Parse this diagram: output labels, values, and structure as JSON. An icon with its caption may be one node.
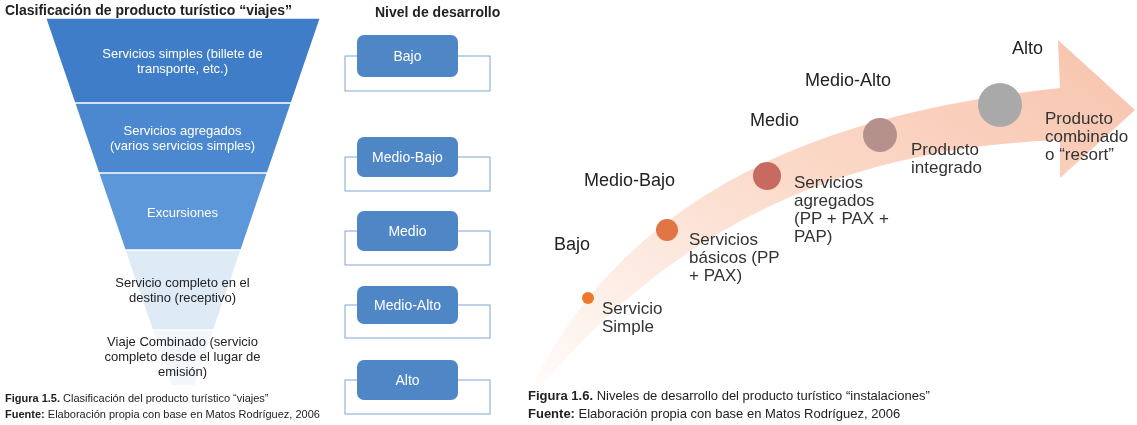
{
  "diagram": {
    "nodes": [
      {
        "text": [
          "Servicios simples (billete de transporte, etc.)"
        ]
      },
      {
        "text": [
          "Servicios agregados (varios servicios simples)"
        ]
      },
      {
        "text": [
          "Excursiones"
        ]
      },
      {
        "text": [
          "Servicio completo en el destino (receptivo)"
        ]
      },
      {
        "text": [
          "Viaje Combinado (servicio completo desde el lugar de emisión)"
        ]
      },
      {
        "text": [
          "Bajo"
        ]
      },
      {
        "text": [
          "Medio-Bajo"
        ]
      },
      {
        "text": [
          "Medio"
        ]
      },
      {
        "text": [
          "Medio-Alto"
        ]
      },
      {
        "text": [
          "Alto"
        ]
      },
      {
        "text": [],
        "shape": "circle",
        "beside": [
          "Servicio Simple"
        ]
      },
      {
        "text": [],
        "shape": "circle",
        "beside": [
          "Servicios básicos (PP + PAX)"
        ]
      },
      {
        "text": [],
        "shape": "circle",
        "beside": [
          "Servicios agregados (PP + PAX + PAP)"
        ]
      },
      {
        "text": [],
        "shape": "circle",
        "beside": [
          "Producto integrado"
        ]
      },
      {
        "text": [],
        "shape": "circle",
        "beside": [
          "Producto combinado o “resort”"
        ]
      }
    ],
    "edges": [],
    "labels": [
      "Clasificación de producto turístico “viajes”",
      "Nivel de desarrollo",
      "Alto",
      "Medio-Alto",
      "Medio",
      "Medio-Bajo",
      "Bajo",
      "**Figura 1.5.** Clasificación del producto turístico “viajes”",
      "**Fuente:** Elaboración propia con base en Matos Rodríguez, 2006",
      "**Figura 1.6.** Niveles de desarrollo del producto turístico “instalaciones”",
      "**Fuente:** Elaboración propia con base en Matos Rodríguez, 2006"
    ]
  }
}
